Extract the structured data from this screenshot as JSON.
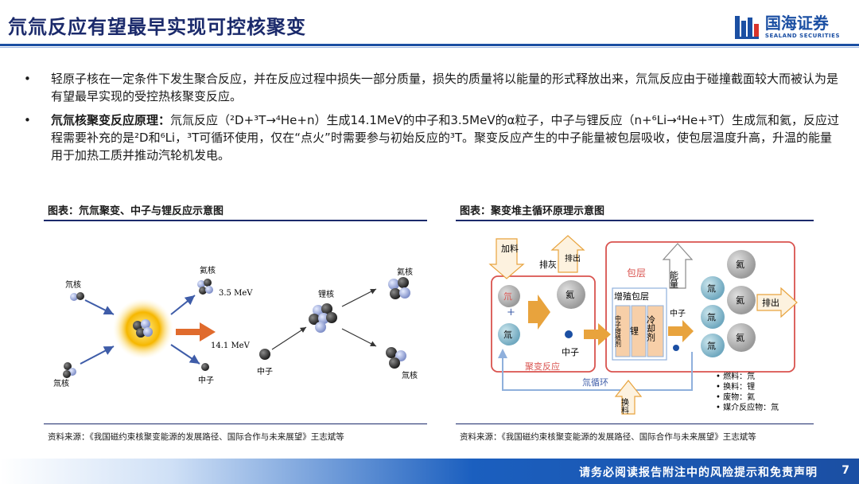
{
  "header": {
    "title": "氘氚反应有望最早实现可控核聚变",
    "logo_cn": "国海证券",
    "logo_en": "SEALAND SECURITIES"
  },
  "bullets": [
    {
      "marker": "•",
      "bold": "",
      "text": "轻原子核在一定条件下发生聚合反应，并在反应过程中损失一部分质量，损失的质量将以能量的形式释放出来，氘氚反应由于碰撞截面较大而被认为是有望最早实现的受控热核聚变反应。"
    },
    {
      "marker": "•",
      "bold": "氘氚核聚变反应原理：",
      "text": "氘氚反应（²D+³T→⁴He+n）生成14.1MeV的中子和3.5MeV的α粒子，中子与锂反应（n+⁶Li→⁴He+³T）生成氚和氦，反应过程需要补充的是²D和⁶Li，³T可循环使用，仅在“点火”时需要参与初始反应的³T。聚变反应产生的中子能量被包层吸收，使包层温度升高，升温的能量用于加热工质并推动汽轮机发电。"
    }
  ],
  "left_figure": {
    "title": "图表：氘氚聚变、中子与锂反应示意图",
    "source": "资料来源：《我国磁约束核聚变能源的发展路径、国际合作与未来展望》王志斌等",
    "labels": {
      "deuterium": "氘核",
      "tritium": "氚核",
      "helium_top": "氦核",
      "energy_alpha": "3.5 MeV",
      "energy_neutron": "14.1 MeV",
      "neutron": "中子",
      "lithium": "锂核",
      "neutron2": "中子",
      "helium_right": "氦核",
      "tritium_right": "氚核"
    }
  },
  "right_figure": {
    "title": "图表：聚变堆主循环原理示意图",
    "source": "资料来源：《我国磁约束核聚变能源的发展路径、国际合作与未来展望》王志斌等",
    "labels": {
      "feed": "加料",
      "exhaust_ash": "排灰",
      "exhaust_out": "排出",
      "exhaust_right": "排出",
      "tritium": "氘",
      "plus": "+",
      "deuterium": "氚",
      "helium": "氦",
      "neutron": "中子",
      "fusion": "聚变反应",
      "blanket": "包层",
      "breeding_blanket": "增殖包层",
      "neutron_multiplier": "中子增殖剂",
      "lithium": "锂",
      "coolant": "冷却剂",
      "energy": "能量",
      "neutron_out": "中子",
      "tritium_cycle": "氚循环",
      "exchange": "换料",
      "he1": "氦",
      "he2": "氦",
      "he3": "氦",
      "t1": "氚",
      "t2": "氚",
      "t3": "氚",
      "legend_1": "• 燃料：氘",
      "legend_2": "• 换料：锂",
      "legend_3": "• 废物：氦",
      "legend_4": "• 媒介反应物：氚"
    }
  },
  "footer": {
    "disclaimer": "请务必阅读报告附注中的风险提示和免责声明",
    "page": "7"
  },
  "colors": {
    "brand": "#1b4fa3",
    "title": "#1b2a6b",
    "red_box": "#d9534f",
    "arrow_orange": "#e8a33d",
    "blue_box": "#8fb0dc"
  }
}
